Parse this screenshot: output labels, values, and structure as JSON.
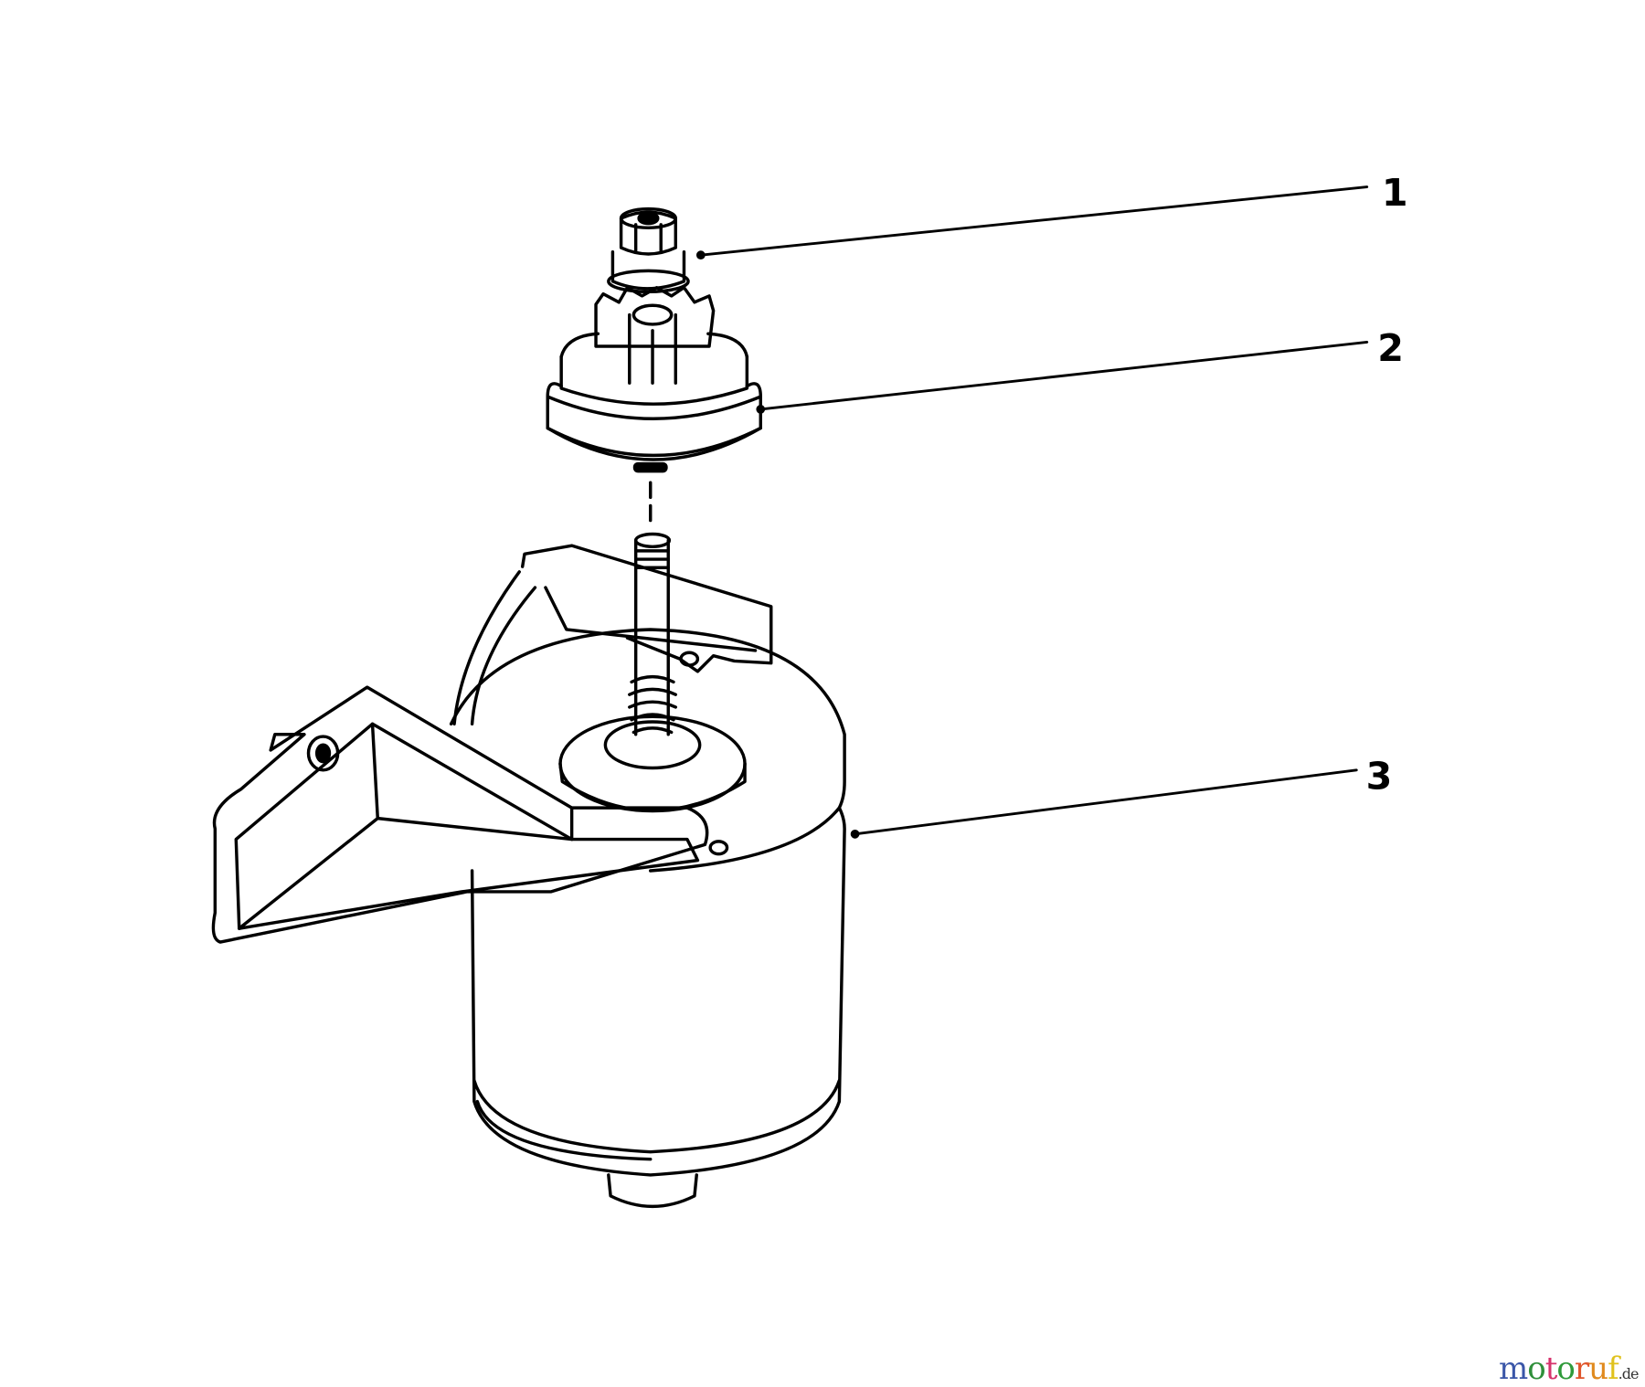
{
  "diagram": {
    "callouts": [
      {
        "number": "1",
        "part": "nut"
      },
      {
        "number": "2",
        "part": "pinion-gear-drive"
      },
      {
        "number": "3",
        "part": "starter-motor"
      }
    ]
  },
  "watermark": {
    "letters": [
      "m",
      "o",
      "t",
      "o",
      "r",
      "u",
      "f"
    ],
    "colors": [
      "#3a56a8",
      "#2f8f3a",
      "#d6336c",
      "#2f9a3a",
      "#e0552b",
      "#e08a1e",
      "#e0c21e"
    ],
    "suffix": ".de"
  }
}
